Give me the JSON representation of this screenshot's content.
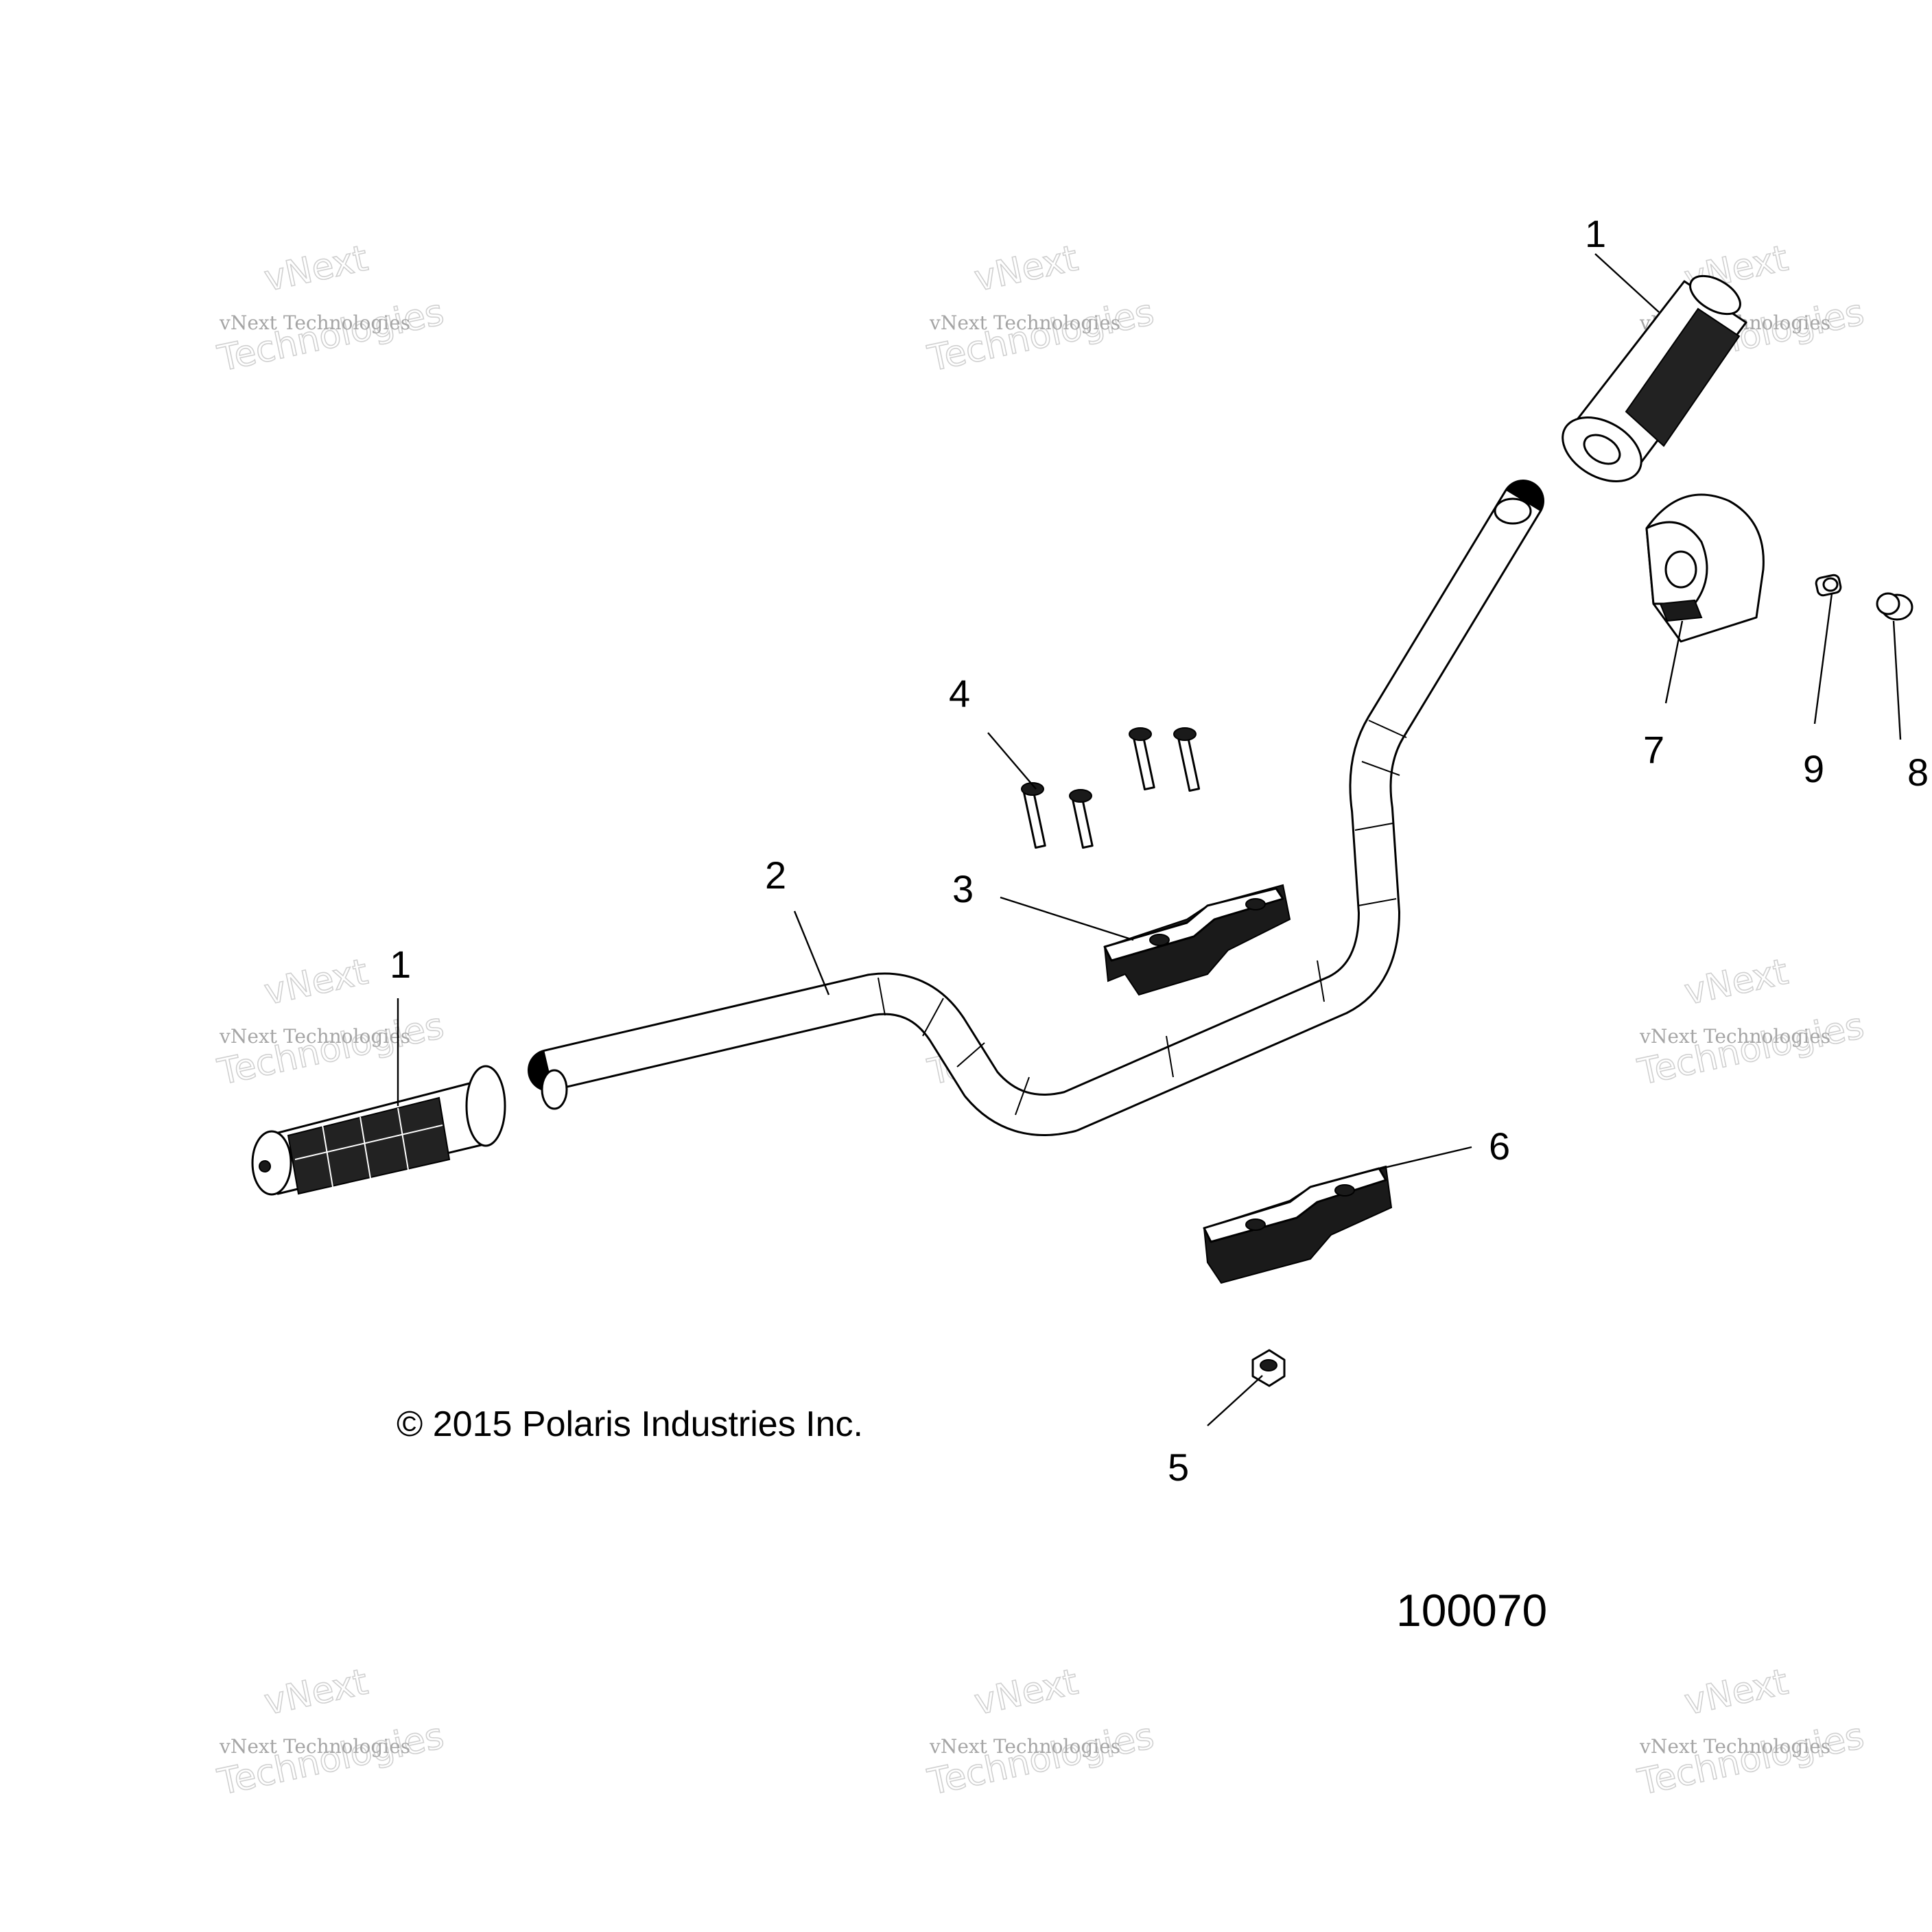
{
  "callouts": {
    "grip_right": "1",
    "grip_left": "1",
    "handlebar": "2",
    "upper_clamp": "3",
    "bolts": "4",
    "nut": "5",
    "lower_clamp": "6",
    "switch_housing": "7",
    "plug": "8",
    "plug_small": "9"
  },
  "copyright": "© 2015 Polaris Industries Inc.",
  "figure_number": "100070",
  "watermark": {
    "line_small": "vNext Technologies",
    "line_top": "vNext",
    "line_big": "Technologies"
  }
}
